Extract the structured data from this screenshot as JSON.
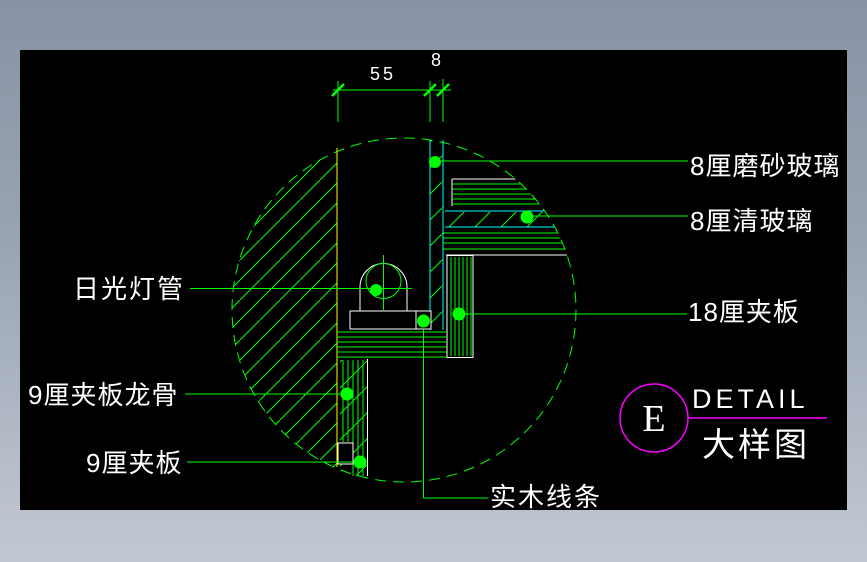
{
  "drawing": {
    "type": "CAD detail section of a glass light-box partition",
    "dimensions": {
      "width_55": "55",
      "width_8": "8"
    },
    "callouts": {
      "frosted_glass": "8厘磨砂玻璃",
      "clear_glass": "8厘清玻璃",
      "plywood_18mm": "18厘夹板",
      "fluorescent_tube": "日光灯管",
      "plywood_keel_9mm": "9厘夹板龙骨",
      "plywood_9mm": "9厘夹板",
      "solid_wood_trim": "实木线条"
    },
    "detail_marker": {
      "letter": "E",
      "title": "DETAIL",
      "subtitle": "大样图"
    },
    "colors": {
      "line_green": "#00FF00",
      "glass_cyan": "#00FFFF",
      "wall_edge_yellow": "#FFFF00",
      "detail_magenta": "#FF00FF",
      "text_white": "#FFFFFF",
      "canvas_black": "#000000",
      "frame_top": "#8893A5",
      "frame_bottom": "#C2C8D2"
    }
  }
}
